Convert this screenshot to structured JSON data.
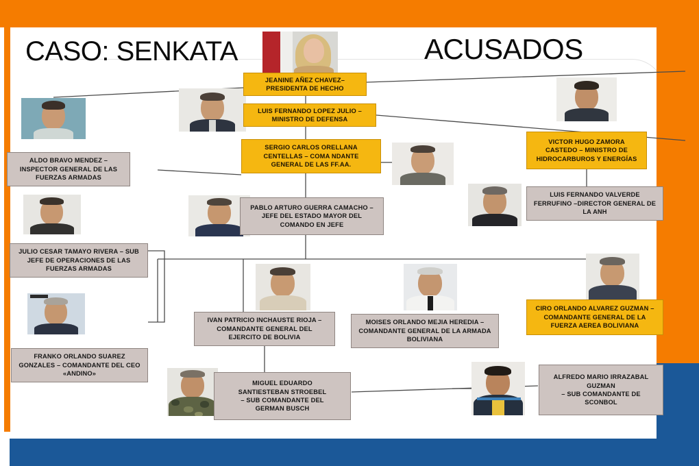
{
  "frame": {
    "accent_orange": "#F57C00",
    "accent_blue": "#1B5898",
    "gold_box": "#F5B711",
    "grey_box": "#CEC4C1",
    "connector_color": "#4a4a4a"
  },
  "header": {
    "title_left": "CASO: SENKATA",
    "title_right": "ACUSADOS"
  },
  "nodes": [
    {
      "id": "anez",
      "lines": [
        "JEANINE AÑEZ CHAVEZ–",
        "PRESIDENTA DE HECHO"
      ],
      "text": "JEANINE AÑEZ CHAVEZ– PRESIDENTA DE HECHO",
      "style": "gold"
    },
    {
      "id": "lopez",
      "lines": [
        "LUIS FERNANDO LOPEZ JULIO –",
        "MINISTRO DE DEFENSA"
      ],
      "text": "LUIS FERNANDO LOPEZ JULIO – MINISTRO DE DEFENSA",
      "style": "gold"
    },
    {
      "id": "orellana",
      "lines": [
        "SERGIO CARLOS ORELLANA",
        "CENTELLAS – COMA NDANTE",
        "GENERAL DE LAS FF.AA."
      ],
      "text": "SERGIO CARLOS ORELLANA CENTELLAS – COMA NDANTE GENERAL DE LAS FF.AA.",
      "style": "gold"
    },
    {
      "id": "guerra",
      "lines": [
        "PABLO ARTURO GUERRA CAMACHO –",
        "JEFE DEL ESTADO MAYOR DEL",
        "COMANDO EN JEFE"
      ],
      "text": "PABLO ARTURO GUERRA CAMACHO – JEFE DEL ESTADO MAYOR DEL COMANDO EN JEFE",
      "style": "grey"
    },
    {
      "id": "zamora",
      "lines": [
        "VICTOR HUGO ZAMORA",
        "CASTEDO – MINISTRO DE",
        "HIDROCARBUROS Y ENERGÍAS"
      ],
      "text": "VICTOR HUGO ZAMORA CASTEDO – MINISTRO DE HIDROCARBUROS Y ENERGÍAS",
      "style": "gold"
    },
    {
      "id": "valverde",
      "lines": [
        "LUIS FERNANDO VALVERDE",
        "FERRUFINO –DIRECTOR GENERAL DE",
        "LA ANH"
      ],
      "text": "LUIS FERNANDO VALVERDE FERRUFINO –DIRECTOR GENERAL DE LA ANH",
      "style": "grey"
    },
    {
      "id": "bravo",
      "lines": [
        "ALDO BRAVO MENDEZ –",
        "INSPECTOR GENERAL DE LAS",
        "FUERZAS ARMADAS"
      ],
      "text": "ALDO BRAVO MENDEZ – INSPECTOR GENERAL DE LAS FUERZAS ARMADAS",
      "style": "grey"
    },
    {
      "id": "tamayo",
      "lines": [
        "JULIO CESAR TAMAYO RIVERA – SUB",
        "JEFE DE OPERACIONES DE LAS",
        "FUERZAS ARMADAS"
      ],
      "text": "JULIO CESAR TAMAYO RIVERA – SUB JEFE DE OPERACIONES DE LAS FUERZAS ARMADAS",
      "style": "grey"
    },
    {
      "id": "suarez",
      "lines": [
        "FRANKO ORLANDO SUAREZ",
        "GONZALES – COMANDANTE DEL CEO",
        "«ANDINO»"
      ],
      "text": "FRANKO ORLANDO SUAREZ GONZALES – COMANDANTE DEL CEO «ANDINO»",
      "style": "grey"
    },
    {
      "id": "inchauste",
      "lines": [
        "IVAN PATRICIO INCHAUSTE RIOJA –",
        "COMANDANTE GENERAL DEL",
        "EJERCITO DE BOLIVIA"
      ],
      "text": "IVAN PATRICIO INCHAUSTE RIOJA – COMANDANTE GENERAL DEL EJERCITO DE BOLIVIA",
      "style": "grey"
    },
    {
      "id": "mejia",
      "lines": [
        "MOISES ORLANDO MEJIA HEREDIA –",
        "COMANDANTE GENERAL DE LA ARMADA",
        "BOLIVIANA"
      ],
      "text": "MOISES ORLANDO MEJIA HEREDIA – COMANDANTE GENERAL DE LA ARMADA BOLIVIANA",
      "style": "grey"
    },
    {
      "id": "alvarez",
      "lines": [
        "CIRO ORLANDO ALVAREZ GUZMAN –",
        "COMANDANTE GENERAL DE LA",
        "FUERZA AEREA BOLIVIANA"
      ],
      "text": "CIRO ORLANDO ALVAREZ GUZMAN – COMANDANTE GENERAL DE LA FUERZA AEREA BOLIVIANA",
      "style": "gold"
    },
    {
      "id": "santiesteban",
      "lines": [
        "MIGUEL EDUARDO",
        "SANTIESTEBAN STROEBEL",
        "– SUB COMANDANTE DEL",
        "GERMAN BUSCH"
      ],
      "text": "MIGUEL EDUARDO SANTIESTEBAN STROEBEL – SUB COMANDANTE DEL GERMAN BUSCH",
      "style": "grey"
    },
    {
      "id": "irrazabal",
      "lines": [
        "ALFREDO MARIO IRRAZABAL",
        "GUZMAN",
        "– SUB COMANDANTE DE",
        "SCONBOL"
      ],
      "text": "ALFREDO MARIO IRRAZABAL GUZMAN – SUB COMANDANTE DE SCONBOL",
      "style": "grey"
    }
  ],
  "photos": [
    {
      "id": "photo-anez",
      "person": "JEANINE AÑEZ CHAVEZ"
    },
    {
      "id": "photo-bravo",
      "person": "ALDO BRAVO MENDEZ"
    },
    {
      "id": "photo-lopez",
      "person": "LUIS FERNANDO LOPEZ JULIO"
    },
    {
      "id": "photo-zamora",
      "person": "VICTOR HUGO ZAMORA CASTEDO"
    },
    {
      "id": "photo-orellana",
      "person": "SERGIO CARLOS ORELLANA CENTELLAS"
    },
    {
      "id": "photo-valverde",
      "person": "LUIS FERNANDO VALVERDE FERRUFINO"
    },
    {
      "id": "photo-tamayo",
      "person": "JULIO CESAR TAMAYO RIVERA"
    },
    {
      "id": "photo-guerra",
      "person": "PABLO ARTURO GUERRA CAMACHO"
    },
    {
      "id": "photo-suarez",
      "person": "FRANKO ORLANDO SUAREZ GONZALES"
    },
    {
      "id": "photo-inchauste",
      "person": "IVAN PATRICIO INCHAUSTE RIOJA"
    },
    {
      "id": "photo-mejia",
      "person": "MOISES ORLANDO MEJIA HEREDIA"
    },
    {
      "id": "photo-alvarez",
      "person": "CIRO ORLANDO ALVAREZ GUZMAN"
    },
    {
      "id": "photo-santiesteban",
      "person": "MIGUEL EDUARDO SANTIESTEBAN STROEBEL"
    },
    {
      "id": "photo-irrazabal",
      "person": "ALFREDO MARIO IRRAZABAL GUZMAN"
    }
  ]
}
